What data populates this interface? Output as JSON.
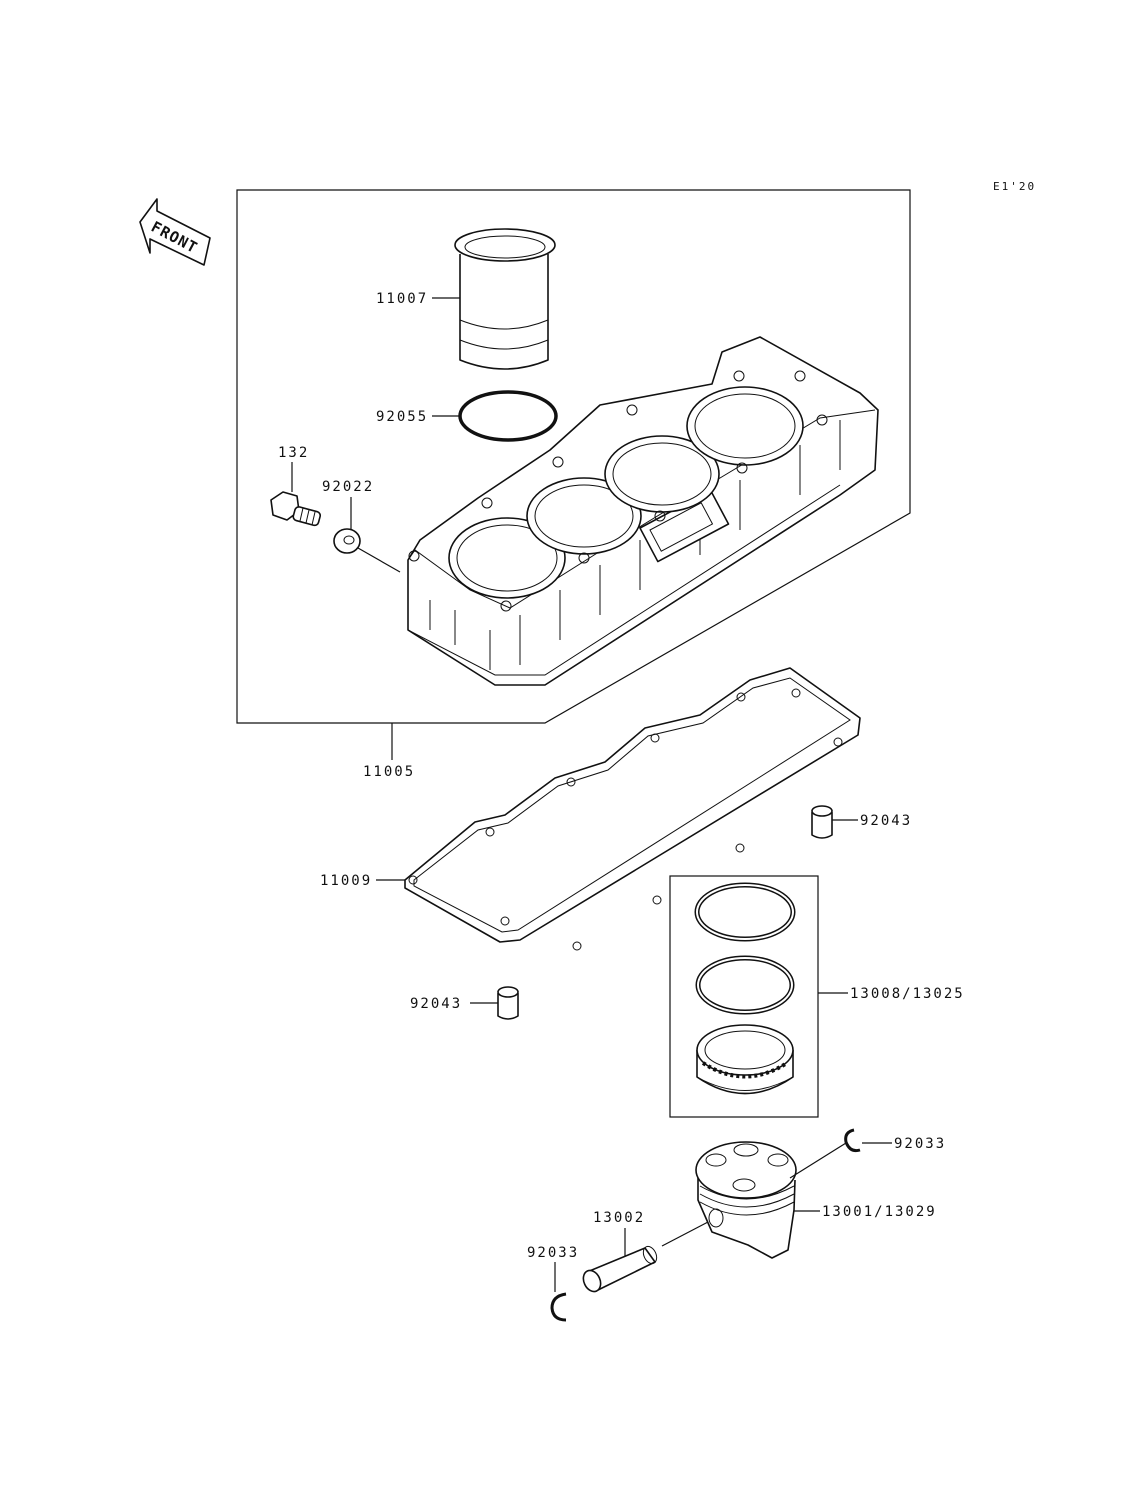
{
  "diagram": {
    "ref_code": "E1'20",
    "front_label": "FRONT"
  },
  "callouts": {
    "p11007": "11007",
    "p92055": "92055",
    "p132": "132",
    "p92022": "92022",
    "p11005": "11005",
    "p92043_right": "92043",
    "p11009": "11009",
    "p13008": "13008/13025",
    "p92043_left": "92043",
    "p92033_right": "92033",
    "p13001": "13001/13029",
    "p13002": "13002",
    "p92033_left": "92033"
  },
  "colors": {
    "line": "#111111",
    "background": "#ffffff"
  }
}
